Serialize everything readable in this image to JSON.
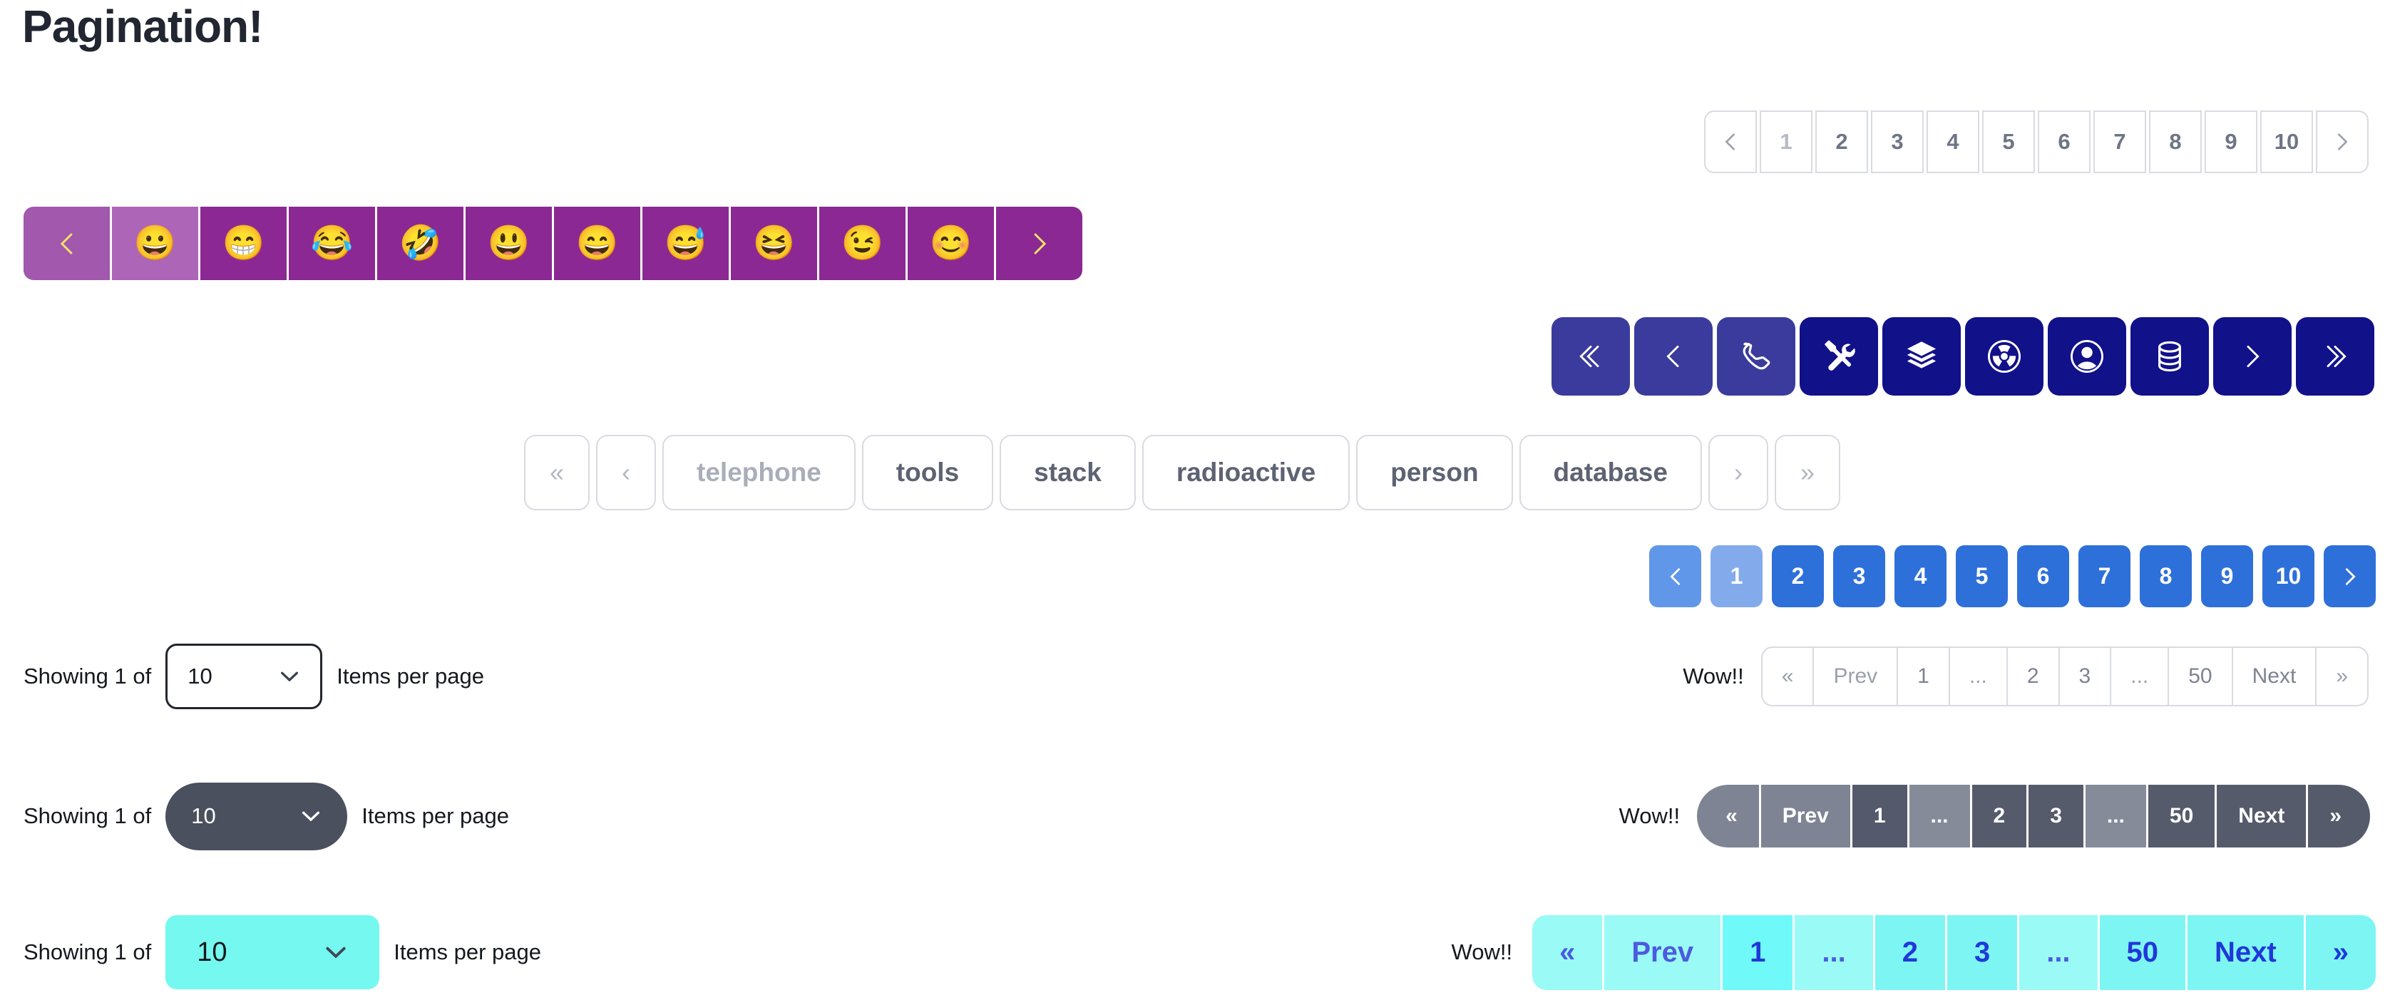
{
  "title": "Pagination!",
  "pages_1_10": [
    "1",
    "2",
    "3",
    "4",
    "5",
    "6",
    "7",
    "8",
    "9",
    "10"
  ],
  "basic_pager": {
    "current": "1"
  },
  "emoji_pager": {
    "current": "😀",
    "emojis": [
      "😀",
      "😁",
      "😂",
      "🤣",
      "😃",
      "😄",
      "😅",
      "😆",
      "😉",
      "😊"
    ]
  },
  "resource_pager": {
    "current": "telephone",
    "labels": [
      "telephone",
      "tools",
      "stack",
      "radioactive",
      "person",
      "database"
    ],
    "icons": [
      "telephone-icon",
      "tools-icon",
      "stack-icon",
      "radioactive-icon",
      "person-circle-icon",
      "database-icon"
    ]
  },
  "blue_pager": {
    "current": "1"
  },
  "glyphs": {
    "first": "«",
    "prev": "‹",
    "next": "›",
    "last": "»"
  },
  "advanced": {
    "wow": "Wow!!",
    "showing": "Showing 1 of",
    "per_page": "10",
    "items_per_page": "Items per page",
    "first": "«",
    "prev": "Prev",
    "cells": [
      "1",
      "...",
      "2",
      "3",
      "...",
      "50"
    ],
    "next": "Next",
    "last": "»"
  },
  "colors": {
    "purple": "#8b2893",
    "purple_prev": "#a158ad",
    "purple_active": "#ad65b7",
    "chevron_yellow": "#f3e467",
    "navy": "#11118a",
    "navy_light": "#3b3b9d",
    "blue": "#2e70d9",
    "blue_prev": "#6197e8",
    "blue_active": "#83abec",
    "slate": "#555b6b",
    "slate_muted": "#7e8494",
    "slate_dots": "#858b99",
    "cyan": "#7df5f3",
    "cyan_muted": "#9afaf6",
    "cyan_text": "#2038d8",
    "select_dark": "#4a505e",
    "select_cyan": "#74f8ef"
  }
}
